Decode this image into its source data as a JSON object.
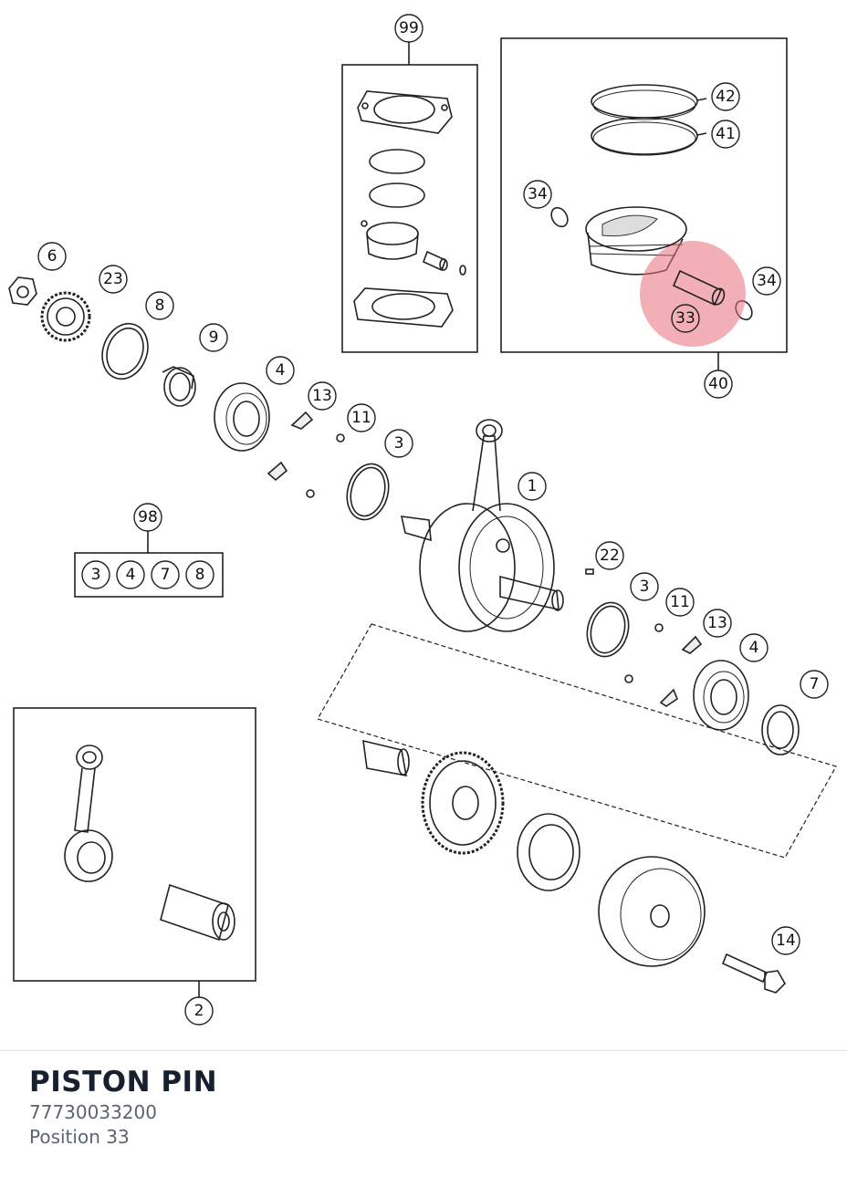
{
  "part": {
    "name": "PISTON PIN",
    "number": "77730033200",
    "position_text": "Position 33"
  },
  "diagram": {
    "highlighted_position": "33",
    "highlight_color": "#e8707a",
    "callouts": {
      "c99": "99",
      "c42": "42",
      "c41": "41",
      "c34a": "34",
      "c34b": "34",
      "c33": "33",
      "c40": "40",
      "c6": "6",
      "c23": "23",
      "c8": "8",
      "c9": "9",
      "c4a": "4",
      "c13a": "13",
      "c11a": "11",
      "c3a": "3",
      "c1": "1",
      "c98": "98",
      "c98_3": "3",
      "c98_4": "4",
      "c98_7": "7",
      "c98_8": "8",
      "c22": "22",
      "c3b": "3",
      "c11b": "11",
      "c13b": "13",
      "c4b": "4",
      "c7": "7",
      "c14": "14",
      "c2": "2"
    }
  }
}
